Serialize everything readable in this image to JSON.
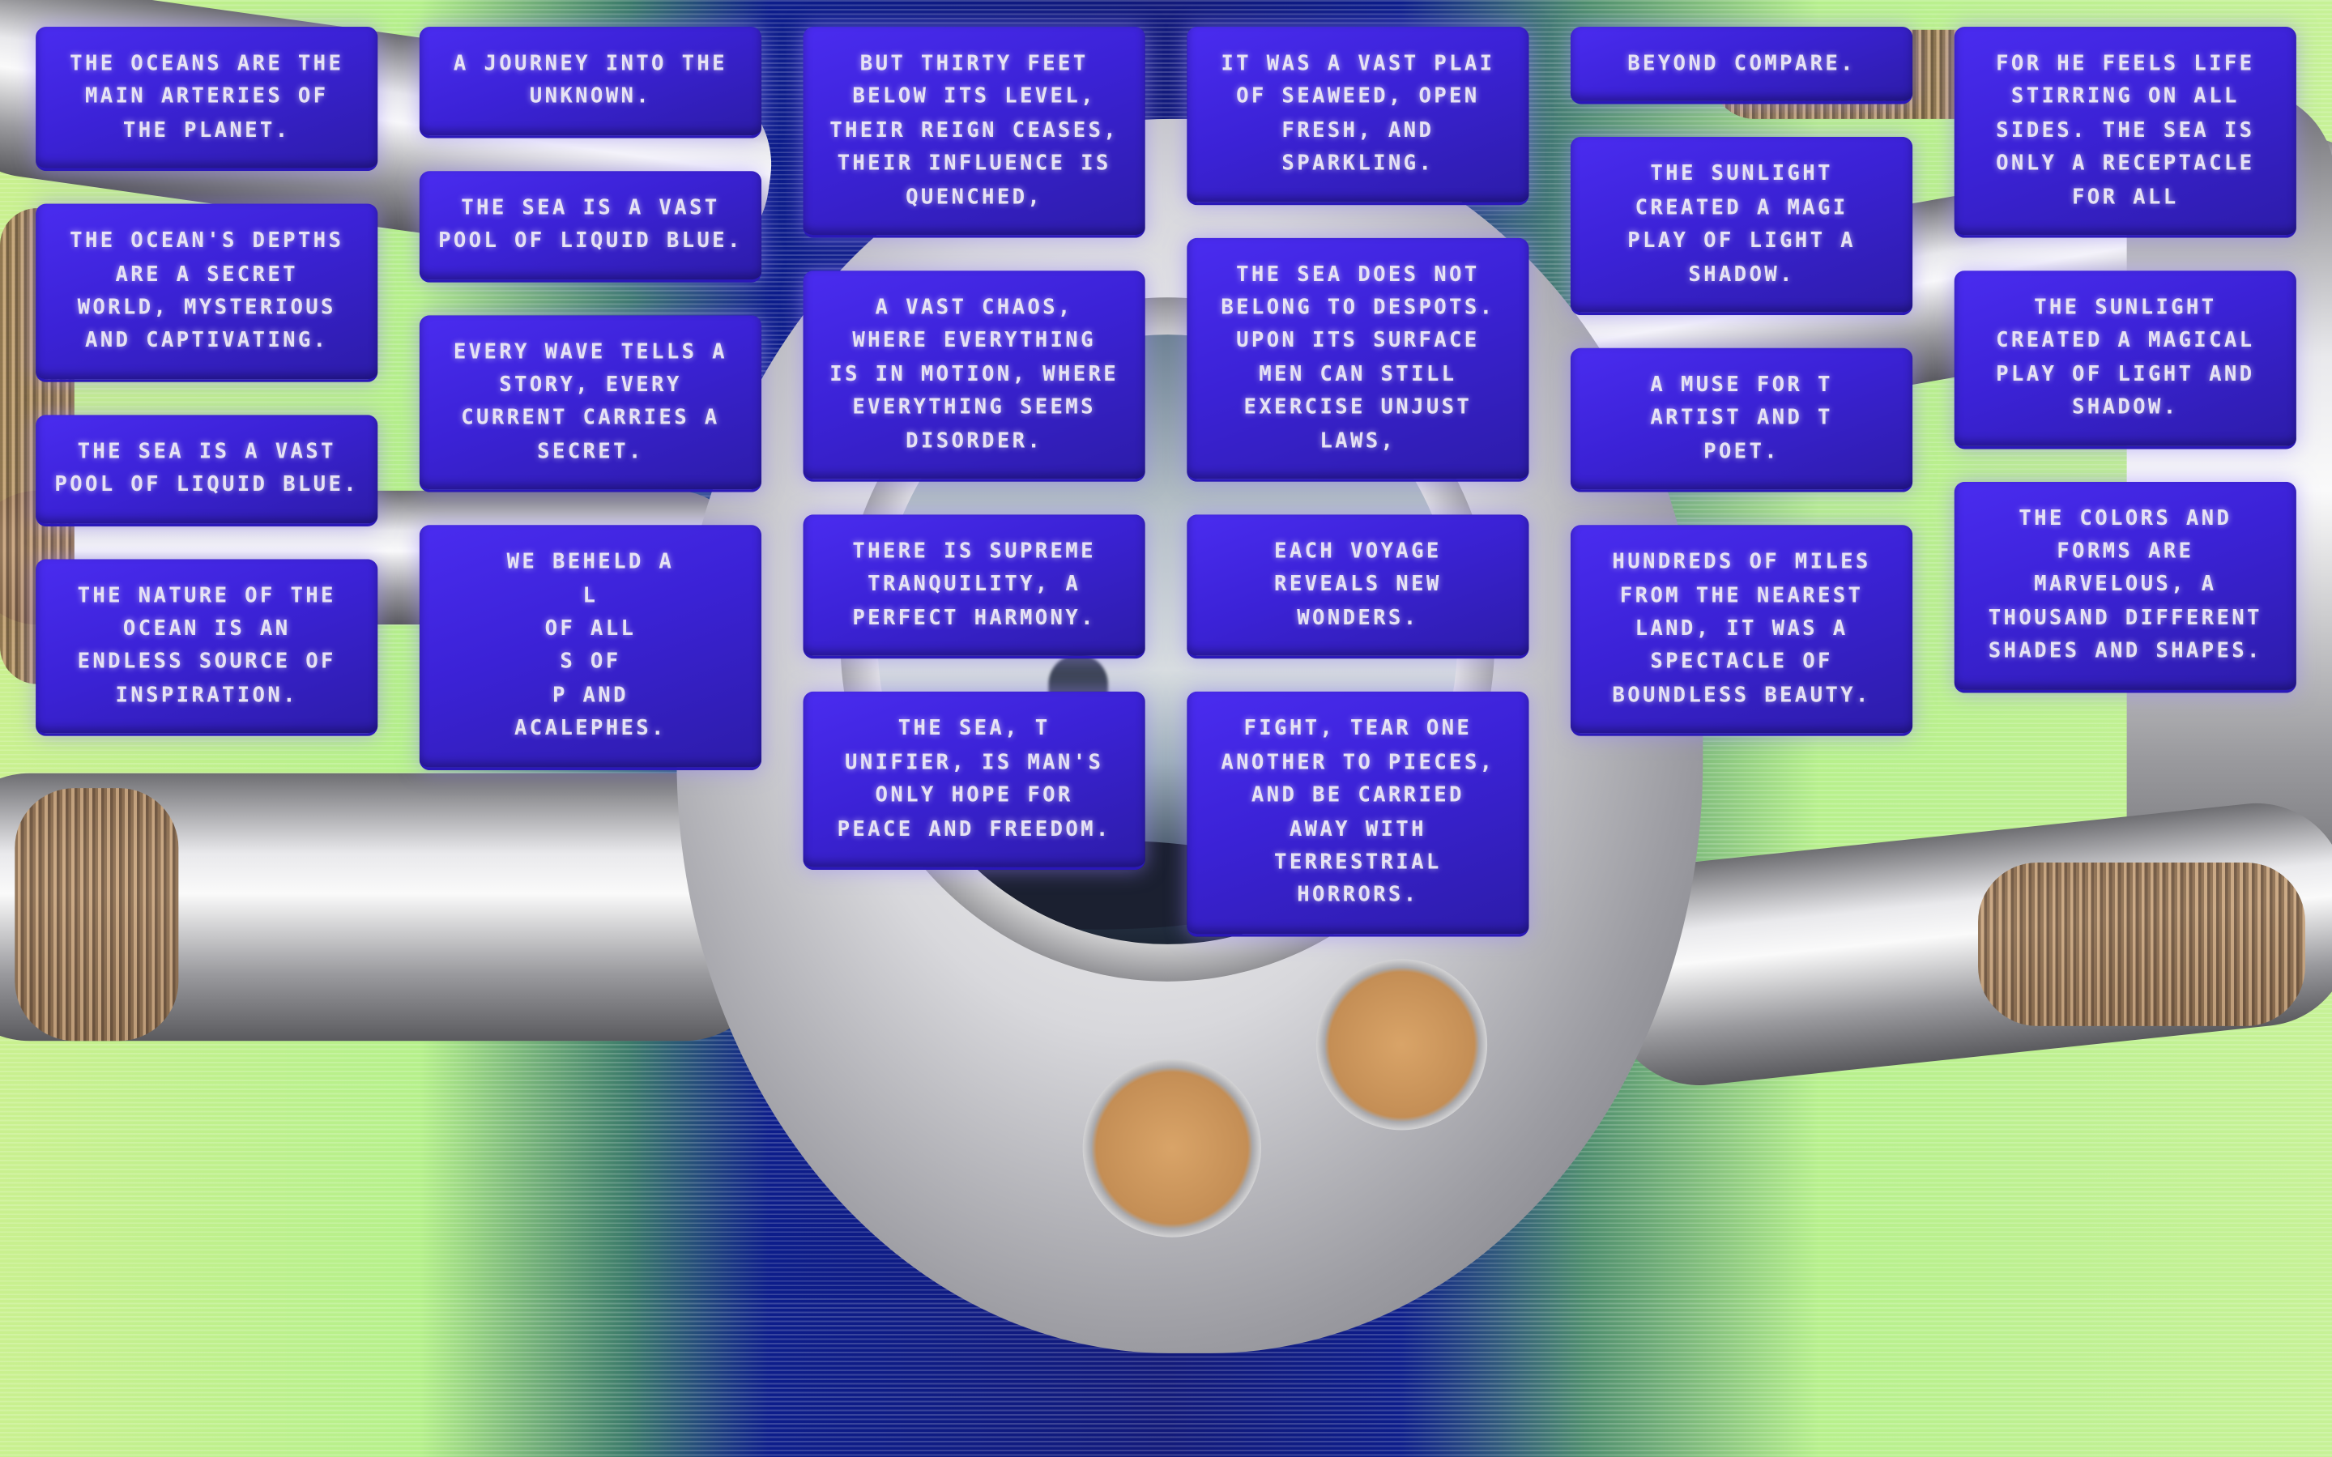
{
  "colors": {
    "card": "#3b22d6",
    "text": "#e6e2f4",
    "background_green": "#b8ef8c",
    "background_blue": "#121a7a"
  },
  "cards": [
    {
      "lines": [
        "THE OCEANS ARE THE",
        "MAIN ARTERIES OF",
        "THE PLANET."
      ]
    },
    {
      "lines": [
        "A JOURNEY INTO THE",
        "UNKNOWN."
      ]
    },
    {
      "lines": [
        "BUT THIRTY FEET",
        "BELOW ITS LEVEL,",
        "THEIR REIGN CEASES,",
        "THEIR INFLUENCE IS",
        "QUENCHED,"
      ]
    },
    {
      "lines": [
        "BEYOND COMPARE."
      ]
    },
    {
      "lines": [
        "IT WAS A VAST PLAI",
        "OF SEAWEED, OPEN",
        "FRESH, AND",
        "SPARKLING."
      ]
    },
    {
      "lines": [
        "THE SUNLIGHT",
        "CREATED A MAGI",
        "PLAY OF LIGHT A",
        "SHADOW."
      ]
    },
    {
      "lines": [
        "FOR HE FEELS LIFE",
        "STIRRING ON ALL",
        "SIDES. THE SEA IS",
        "ONLY A RECEPTACLE",
        "FOR ALL"
      ]
    },
    {
      "lines": [
        "THE OCEAN'S DEPTHS",
        "ARE A SECRET",
        "WORLD, MYSTERIOUS",
        "AND CAPTIVATING."
      ]
    },
    {
      "lines": [
        "THE SEA IS A VAST",
        "POOL OF LIQUID BLUE."
      ]
    },
    {
      "lines": [
        "A VAST CHAOS,",
        "WHERE EVERYTHING",
        "IS IN MOTION, WHERE",
        "EVERYTHING SEEMS",
        "DISORDER."
      ]
    },
    {
      "lines": [
        "EVERY WAVE TELLS A",
        "STORY, EVERY",
        "CURRENT CARRIES A",
        "SECRET."
      ]
    },
    {
      "lines": [
        "A MUSE FOR T",
        "ARTIST AND T",
        "POET."
      ]
    },
    {
      "lines": [
        "THE SUNLIGHT",
        "CREATED A MAGICAL",
        "PLAY OF LIGHT AND",
        "SHADOW."
      ]
    },
    {
      "lines": [
        "THE SEA DOES NOT",
        "BELONG TO DESPOTS.",
        "UPON ITS SURFACE",
        "MEN CAN STILL",
        "EXERCISE UNJUST",
        "LAWS,"
      ]
    },
    {
      "lines": [
        "WE BEHELD A",
        "L",
        "OF ALL",
        "S OF",
        "P AND",
        "ACALEPHES."
      ]
    },
    {
      "lines": [
        "THE SEA IS A VAST",
        "POOL OF LIQUID BLUE."
      ]
    },
    {
      "lines": [
        "THE SEA, T",
        "UNIFIER, IS MAN'S",
        "ONLY HOPE FOR",
        "PEACE AND FREEDOM."
      ]
    },
    {
      "lines": [
        "THERE IS SUPREME",
        "TRANQUILITY, A",
        "PERFECT HARMONY."
      ]
    },
    {
      "lines": [
        "HUNDREDS OF MILES",
        "FROM THE NEAREST",
        "LAND, IT WAS A",
        "SPECTACLE OF",
        "BOUNDLESS BEAUTY."
      ]
    },
    {
      "lines": [
        "THE COLORS AND",
        "FORMS ARE",
        "MARVELOUS, A",
        "THOUSAND DIFFERENT",
        "SHADES AND SHAPES."
      ]
    },
    {
      "lines": [
        "THE NATURE OF THE",
        "OCEAN IS AN",
        "ENDLESS SOURCE OF",
        "INSPIRATION."
      ]
    },
    {
      "lines": [
        "EACH VOYAGE",
        "REVEALS NEW",
        "WONDERS."
      ]
    },
    {
      "lines": [
        "FIGHT, TEAR ONE",
        "ANOTHER TO PIECES,",
        "AND BE CARRIED",
        "AWAY WITH",
        "TERRESTRIAL",
        "HORRORS."
      ]
    }
  ]
}
